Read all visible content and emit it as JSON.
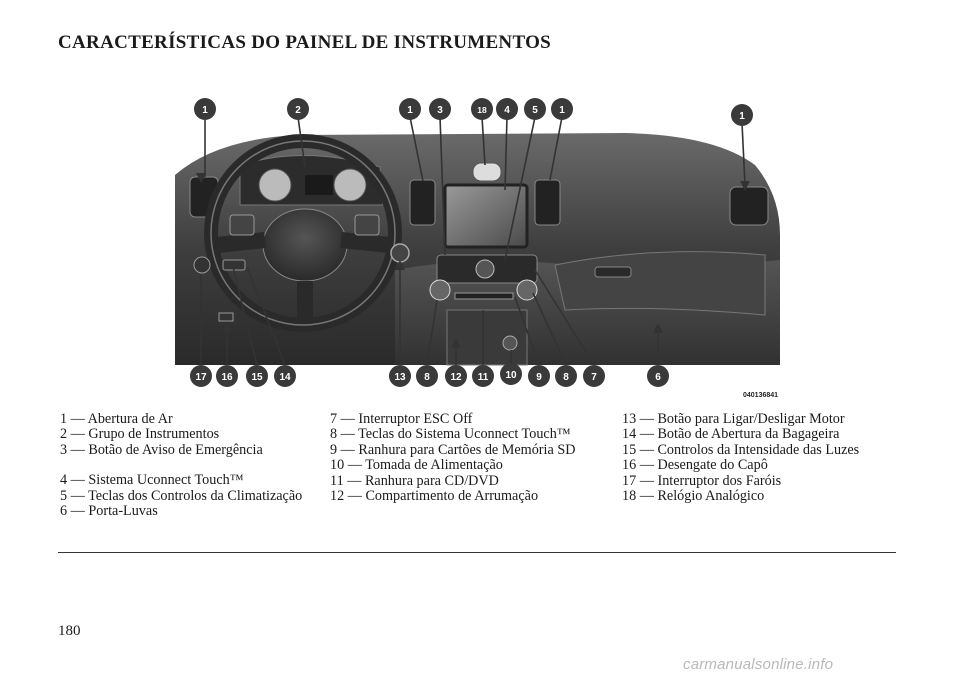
{
  "page": {
    "title": "CARACTERÍSTICAS DO PAINEL DE INSTRUMENTOS",
    "page_number": "180",
    "watermark": "carmanualsonline.info"
  },
  "figure": {
    "code": "040136841",
    "top_callouts": [
      "1",
      "2",
      "1",
      "3",
      "18",
      "4",
      "5",
      "1",
      "1"
    ],
    "bottom_callouts": [
      "17",
      "16",
      "15",
      "14",
      "13",
      "8",
      "12",
      "11",
      "10",
      "9",
      "8",
      "7",
      "6"
    ]
  },
  "legend": {
    "col1": [
      "1 — Abertura de Ar",
      "2 — Grupo de Instrumentos",
      "3 — Botão de Aviso de Emergência",
      "4 — Sistema Uconnect Touch™",
      "5 — Teclas dos Controlos da Climatização",
      "6 — Porta-Luvas"
    ],
    "col2": [
      "7 — Interruptor ESC Off",
      "8 — Teclas do Sistema Uconnect Touch™",
      "9 — Ranhura para Cartões de Memória SD",
      "10 — Tomada de Alimentação",
      "11 — Ranhura para CD/DVD",
      "12 — Compartimento de Arrumação"
    ],
    "col3": [
      "13 — Botão para Ligar/Desligar Motor",
      "14 — Botão de Abertura da Bagageira",
      "15 — Controlos da Intensidade das Luzes",
      "16 — Desengate do Capô",
      "17 — Interruptor dos Faróis",
      "18 — Relógio Analógico"
    ]
  }
}
